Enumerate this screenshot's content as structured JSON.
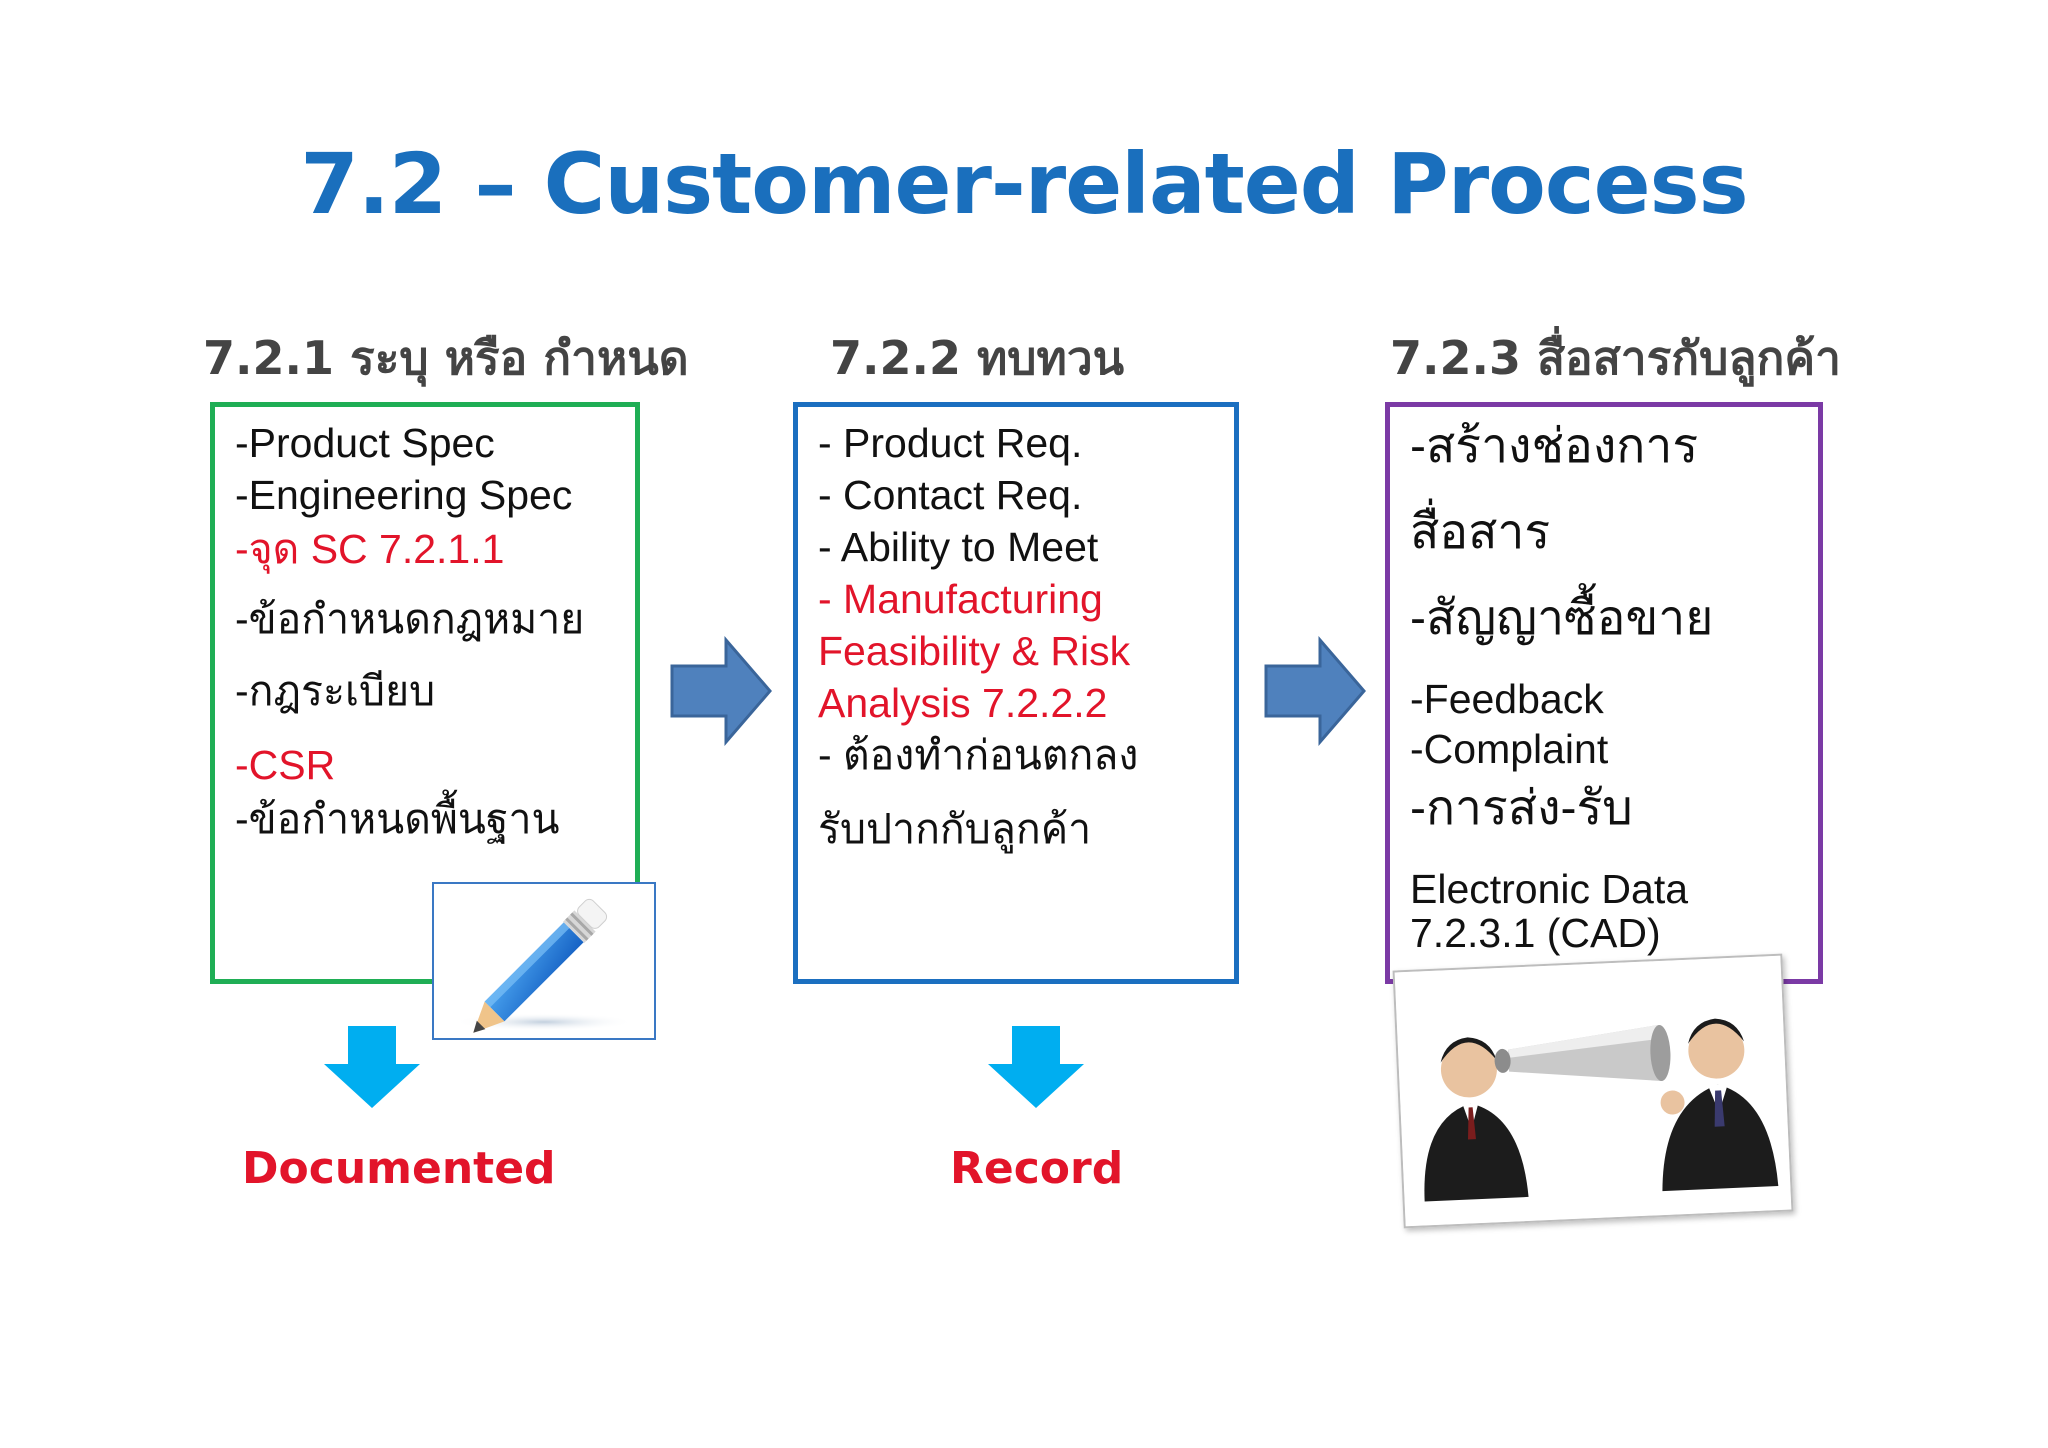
{
  "title": "7.2 – Customer-related Process",
  "columns": [
    {
      "heading": "7.2.1 ระบุ หรือ กำหนด",
      "items": [
        {
          "text": "-Product Spec",
          "color": "black"
        },
        {
          "text": "-Engineering Spec",
          "color": "black"
        },
        {
          "text": "-จุด SC 7.2.1.1",
          "color": "red"
        },
        {
          "text": "-ข้อกำหนดกฎหมาย",
          "color": "black"
        },
        {
          "text": "-กฎระเบียบ",
          "color": "black"
        },
        {
          "text": "-CSR",
          "color": "red"
        },
        {
          "text": "-ข้อกำหนดพื้นฐาน",
          "color": "black"
        }
      ],
      "outcome": "Documented",
      "image_icon": "pencil-icon"
    },
    {
      "heading": "7.2.2 ทบทวน",
      "items": [
        {
          "text": "- Product Req.",
          "color": "black"
        },
        {
          "text": "- Contact Req.",
          "color": "black"
        },
        {
          "text": "- Ability to Meet",
          "color": "black"
        },
        {
          "text": "- Manufacturing",
          "color": "red"
        },
        {
          "text": "Feasibility & Risk",
          "color": "red"
        },
        {
          "text": "Analysis 7.2.2.2",
          "color": "red"
        },
        {
          "text": "- ต้องทำก่อนตกลง",
          "color": "black"
        },
        {
          "text": "รับปากกับลูกค้า",
          "color": "black"
        }
      ],
      "outcome": "Record"
    },
    {
      "heading": "7.2.3 สื่อสารกับลูกค้า",
      "items": [
        {
          "text": "-สร้างช่องการ",
          "color": "black"
        },
        {
          "text": "สื่อสาร",
          "color": "black"
        },
        {
          "text": "-สัญญาซื้อขาย",
          "color": "black"
        },
        {
          "text": "-Feedback",
          "color": "black"
        },
        {
          "text": "-Complaint",
          "color": "black"
        },
        {
          "text": "-การส่ง-รับ",
          "color": "black"
        },
        {
          "text": "Electronic Data",
          "color": "black"
        },
        {
          "text": "7.2.3.1 (CAD)",
          "color": "black"
        }
      ],
      "image_icon": "megaphone-people-photo"
    }
  ],
  "colors": {
    "title": "#1a6fbd",
    "box1_border": "#1fae55",
    "box2_border": "#1b6fc0",
    "box3_border": "#7b3aa5",
    "arrow_right": "#4f81bd",
    "arrow_down": "#00aef0",
    "red_text": "#e2142a"
  }
}
